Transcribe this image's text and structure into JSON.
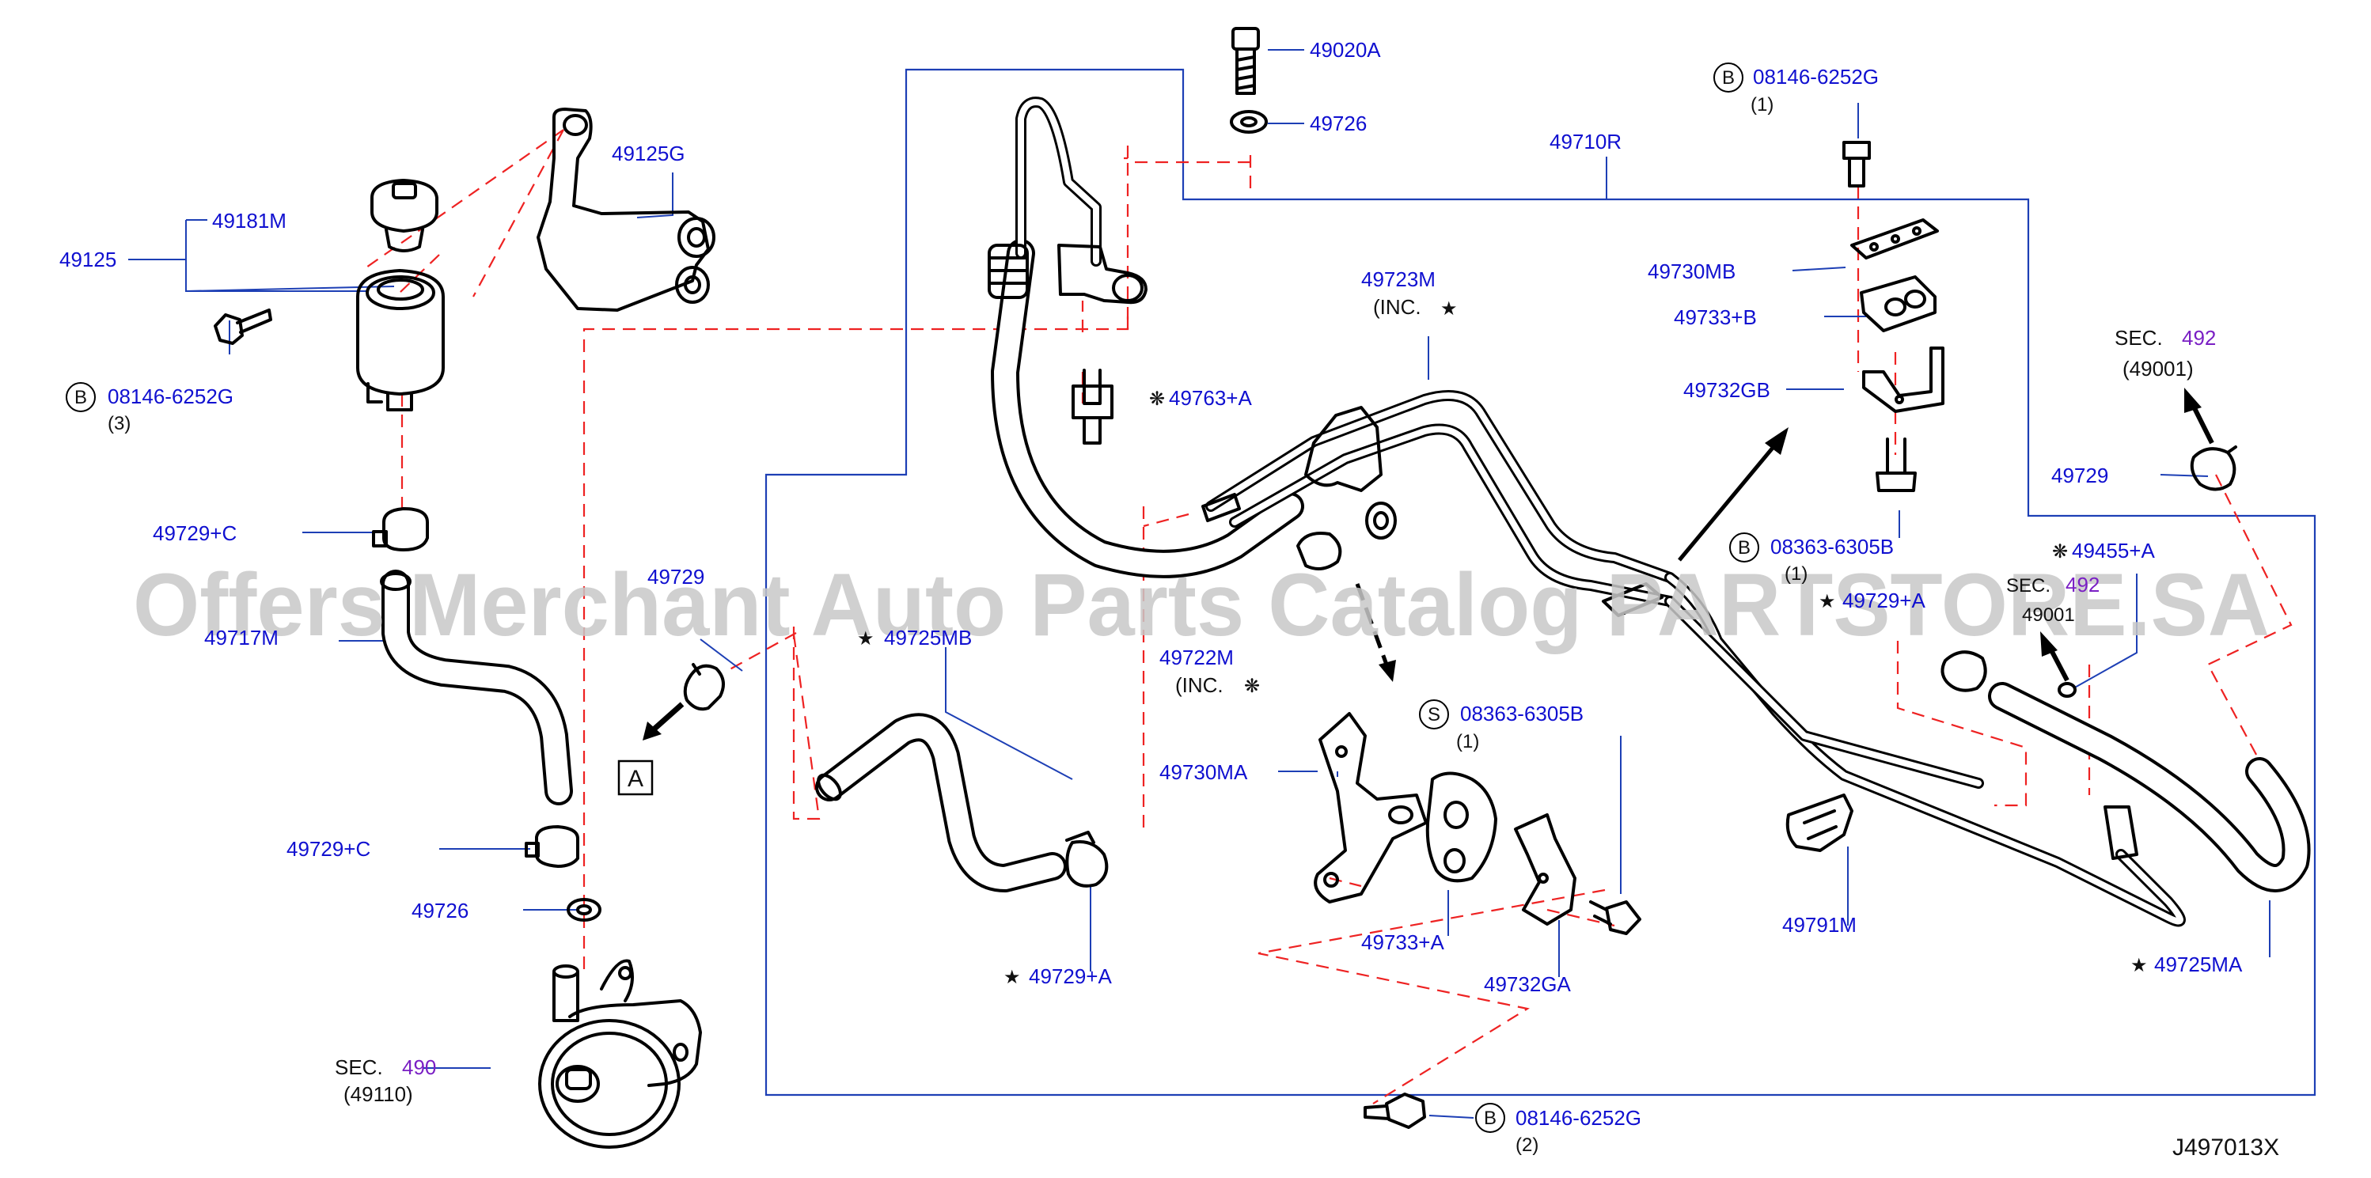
{
  "colors": {
    "label": "#1010d0",
    "section_ref": "#7a1fc4",
    "leader": "#1d3fb5",
    "dash": "#e22222",
    "watermark": "#c8c8c8"
  },
  "watermark": "Offers Merchant Auto Parts Catalog PARTSTORE.SA",
  "diagram_code": "J497013X",
  "marker_box": "A",
  "labels": {
    "p49020A": "49020A",
    "p49726_top": "49726",
    "p49710R": "49710R",
    "bolt_top_circle": "B",
    "bolt_top_part": "08146-6252G",
    "bolt_top_qty": "(1)",
    "p49125G": "49125G",
    "p49181M": "49181M",
    "p49125": "49125",
    "bolt_left_circle": "B",
    "bolt_left_part": "08146-6252G",
    "bolt_left_qty": "(3)",
    "p49723M": "49723M",
    "p49723M_inc": "(INC.",
    "p49730MB": "49730MB",
    "p49733B": "49733+B",
    "p49732GB": "49732GB",
    "sec492_prefix": "SEC.",
    "sec492_num": "492",
    "sec492_sub": "(49001)",
    "p49763A": "49763+A",
    "p49729_right": "49729",
    "p49729C_top": "49729+C",
    "bolt_mid_circle": "B",
    "bolt_mid_part": "08363-6305B",
    "bolt_mid_qty": "(1)",
    "p49455A": "49455+A",
    "p49729_mid": "49729",
    "p49717M": "49717M",
    "p49725MB": "49725MB",
    "p49729A_right": "49729+A",
    "p49722M": "49722M",
    "p49722M_inc": "(INC.",
    "sec492b_prefix": "SEC.",
    "sec492b_num": "492",
    "sec492b_sub": "49001",
    "bolt_s_circle": "S",
    "bolt_s_part": "08363-6305B",
    "bolt_s_qty": "(1)",
    "p49730MA": "49730MA",
    "p49729C_bot": "49729+C",
    "p49791M": "49791M",
    "p49726_bot": "49726",
    "p49733A": "49733+A",
    "p49725MA": "49725MA",
    "p49729A_bot": "49729+A",
    "p49732GA": "49732GA",
    "sec490_prefix": "SEC.",
    "sec490_num": "490",
    "sec490_sub": "(49110)",
    "bolt_bot_circle": "B",
    "bolt_bot_part": "08146-6252G",
    "bolt_bot_qty": "(2)"
  }
}
